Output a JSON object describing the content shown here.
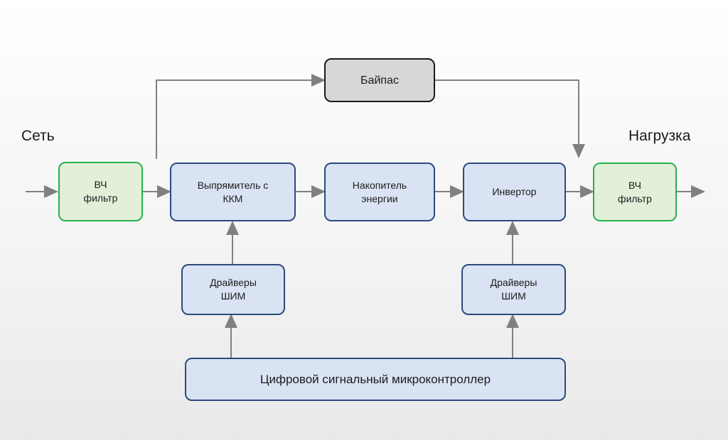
{
  "labels": {
    "input": "Сеть",
    "output": "Нагрузка"
  },
  "blocks": {
    "hf_filter_in": {
      "line1": "ВЧ",
      "line2": "фильтр"
    },
    "rectifier": {
      "line1": "Выпрямитель с",
      "line2": "ККМ"
    },
    "storage": {
      "line1": "Накопитель",
      "line2": "энергии"
    },
    "inverter": {
      "line1": "Инвертор"
    },
    "hf_filter_out": {
      "line1": "ВЧ",
      "line2": "фильтр"
    },
    "bypass": {
      "line1": "Байпас"
    },
    "pwm_left": {
      "line1": "Драйверы",
      "line2": "ШИМ"
    },
    "pwm_right": {
      "line1": "Драйверы",
      "line2": "ШИМ"
    },
    "dsp": {
      "line1": "Цифровой сигнальный микроконтроллер"
    }
  },
  "colors": {
    "blue_fill": "#dae3f4",
    "blue_border": "#2b4b7e",
    "green_fill": "#e2efd9",
    "green_border": "#27b04c",
    "gray_fill": "#d7d7d7",
    "gray_border": "#1a1a1a",
    "arrow": "#808080"
  }
}
